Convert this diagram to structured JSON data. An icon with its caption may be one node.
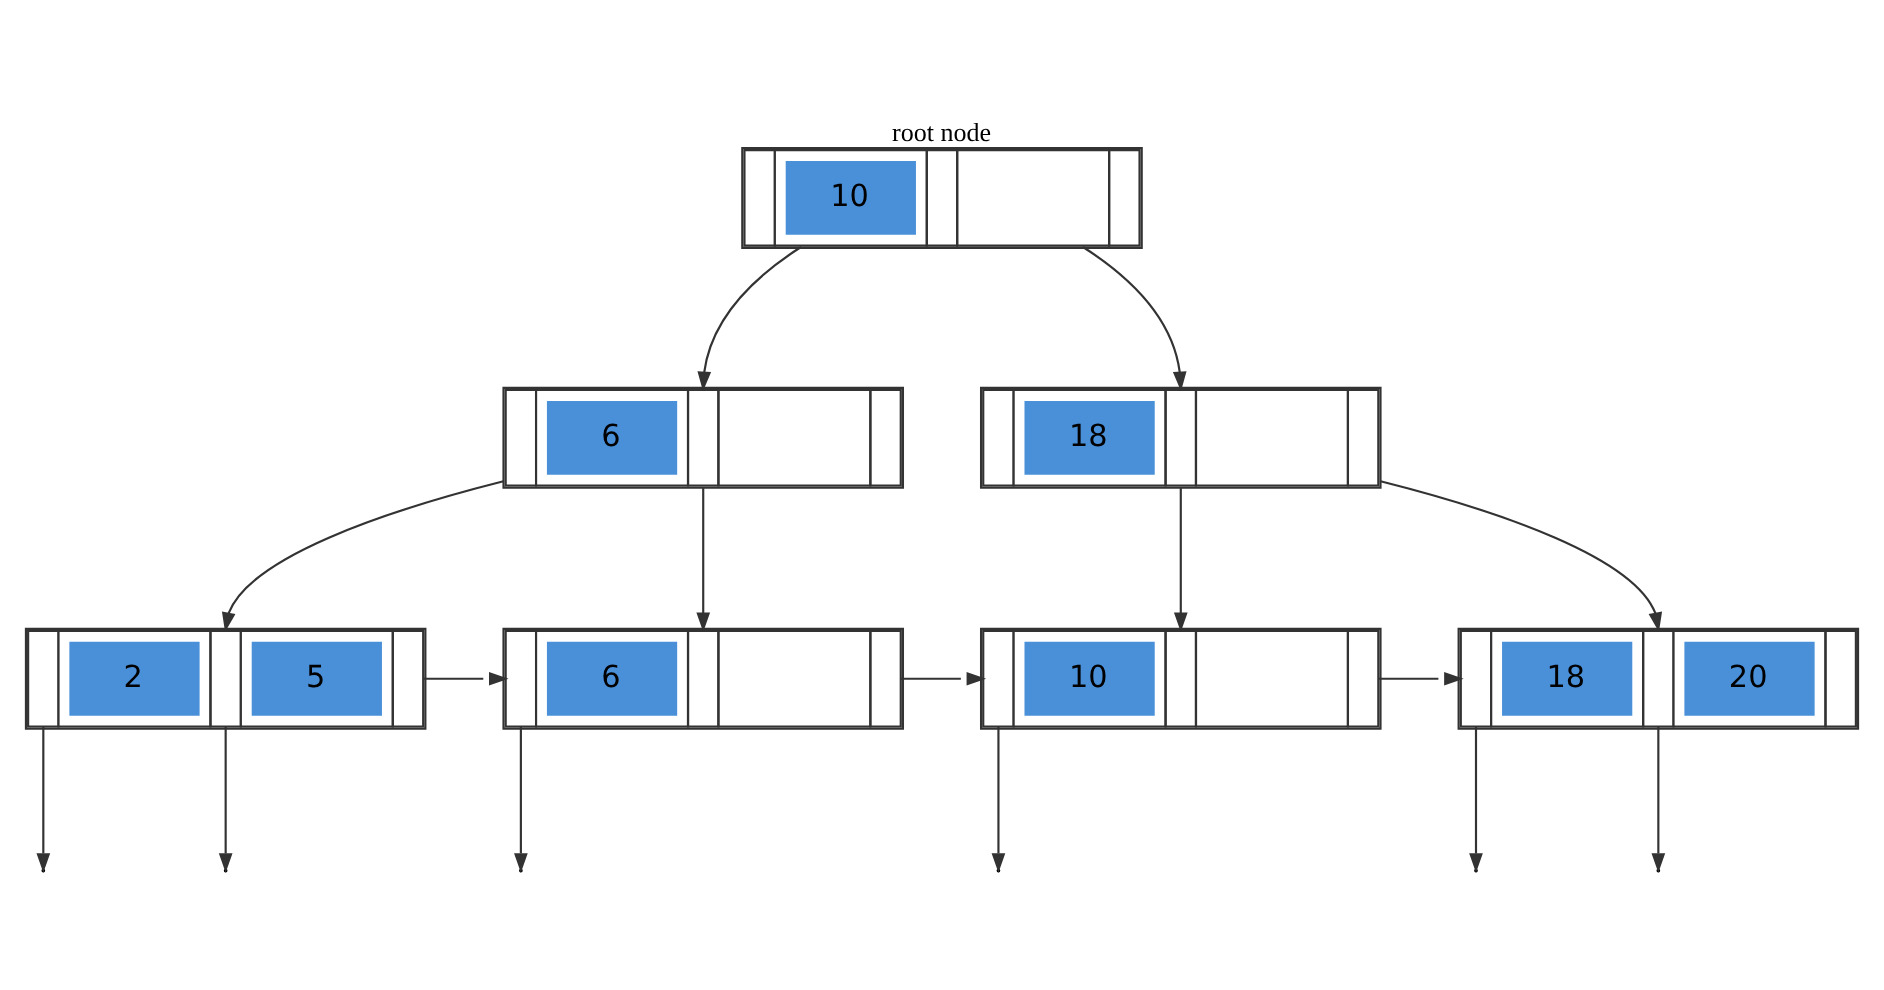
{
  "diagram": {
    "nodes": [
      {
        "text": [
          "10"
        ],
        "beside": [
          "root node"
        ]
      },
      {
        "text": [
          "6"
        ]
      },
      {
        "text": [
          "18"
        ]
      },
      {
        "text": [
          "2",
          "5"
        ]
      },
      {
        "text": [
          "6"
        ]
      },
      {
        "text": [
          "10"
        ]
      },
      {
        "text": [
          "18",
          "20"
        ]
      }
    ],
    "edges": [
      {
        "from": 0,
        "to": 1,
        "arrow": "to"
      },
      {
        "from": 0,
        "to": 2,
        "arrow": "to"
      },
      {
        "from": 1,
        "to": 3,
        "arrow": "to"
      },
      {
        "from": 1,
        "to": 4,
        "arrow": "to"
      },
      {
        "from": 2,
        "to": 5,
        "arrow": "to"
      },
      {
        "from": 2,
        "to": 6,
        "arrow": "to"
      },
      {
        "from": 3,
        "to": 4,
        "arrow": "to"
      },
      {
        "from": 4,
        "to": 5,
        "arrow": "to"
      },
      {
        "from": 5,
        "to": 6,
        "arrow": "to"
      },
      {
        "from": 3,
        "to": null,
        "arrow": "to"
      },
      {
        "from": 3,
        "to": null,
        "arrow": "to"
      },
      {
        "from": 4,
        "to": null,
        "arrow": "to"
      },
      {
        "from": 5,
        "to": null,
        "arrow": "to"
      },
      {
        "from": 6,
        "to": null,
        "arrow": "to"
      },
      {
        "from": 6,
        "to": null,
        "arrow": "to"
      }
    ]
  }
}
